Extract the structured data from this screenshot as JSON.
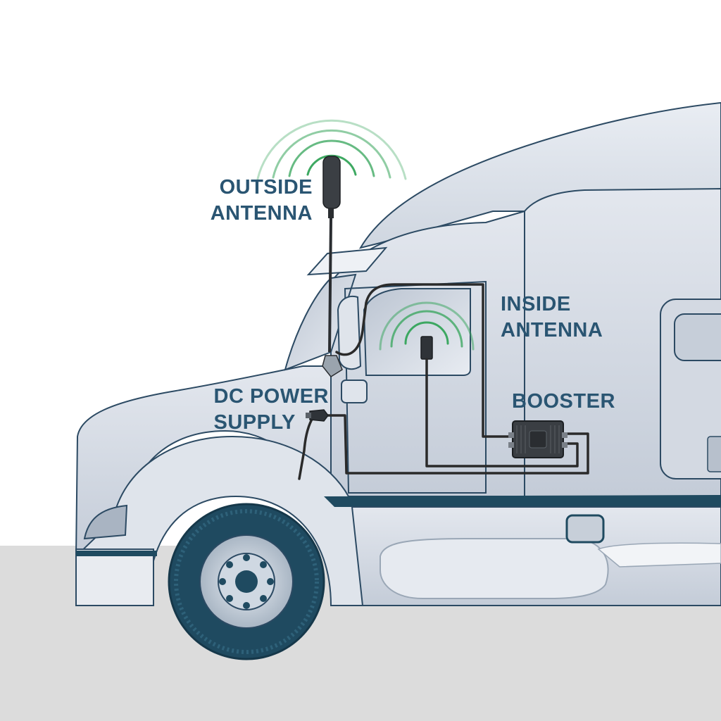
{
  "labels": {
    "outside_antenna": {
      "line1": "OUTSIDE",
      "line2": "ANTENNA"
    },
    "inside_antenna": {
      "line1": "INSIDE",
      "line2": "ANTENNA"
    },
    "booster": "BOOSTER",
    "dc_power_supply": {
      "line1": "DC POWER",
      "line2": "SUPPLY"
    }
  },
  "colors": {
    "label_text": "#2a5572",
    "truck_body": "#d6dce6",
    "truck_outline": "#2c4a63",
    "trim_stripe": "#1f4a60",
    "signal_waves": "#34a45a",
    "ground": "#dcdcdc",
    "cable": "#2a2a2a",
    "tire": "#1f4a60"
  }
}
